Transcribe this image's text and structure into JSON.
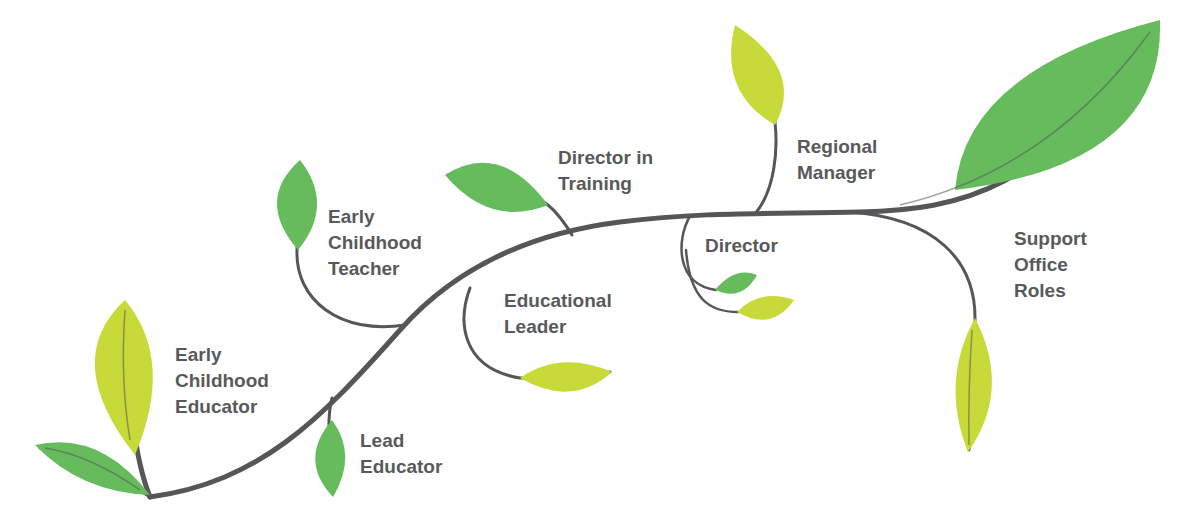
{
  "diagram": {
    "labels": [
      "Early Childhood Educator",
      "Lead Educator",
      "Early Childhood Teacher",
      "Educational Leader",
      "Director in Training",
      "Director",
      "Regional Manager",
      "Support Office Roles"
    ]
  }
}
